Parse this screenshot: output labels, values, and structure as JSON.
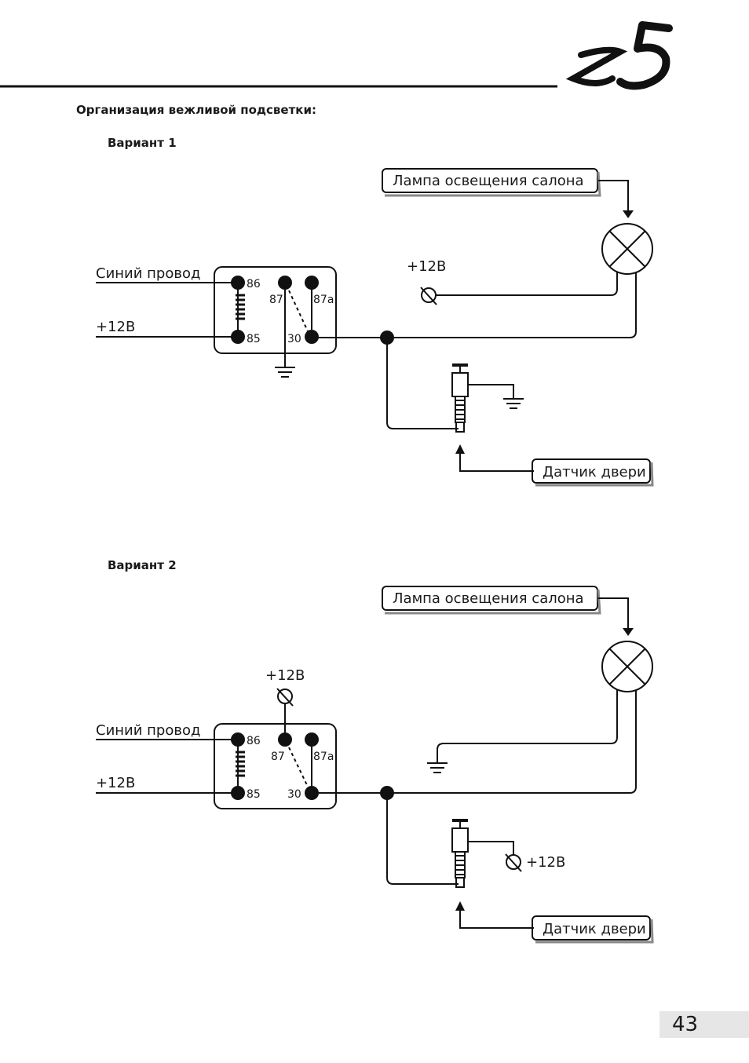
{
  "logo": {
    "text": "Z5"
  },
  "section_title": "Организация  вежливой подсветки:",
  "variant1": {
    "title": "Вариант 1",
    "lamp_label": "Лампа освещения салона",
    "door_label": "Датчик двери",
    "blue_wire": "Синий провод",
    "plus12_left": "+12В",
    "plus12_fuse": "+12В",
    "pins": {
      "p86": "86",
      "p85": "85",
      "p87": "87",
      "p87a": "87а",
      "p30": "30"
    }
  },
  "variant2": {
    "title": "Вариант 2",
    "lamp_label": "Лампа освещения салона",
    "door_label": "Датчик двери",
    "blue_wire": "Синий провод",
    "plus12_left": "+12В",
    "plus12_top": "+12В",
    "plus12_switch": "+12В",
    "pins": {
      "p86": "86",
      "p85": "85",
      "p87": "87",
      "p87a": "87а",
      "p30": "30"
    }
  },
  "page_number": "43"
}
